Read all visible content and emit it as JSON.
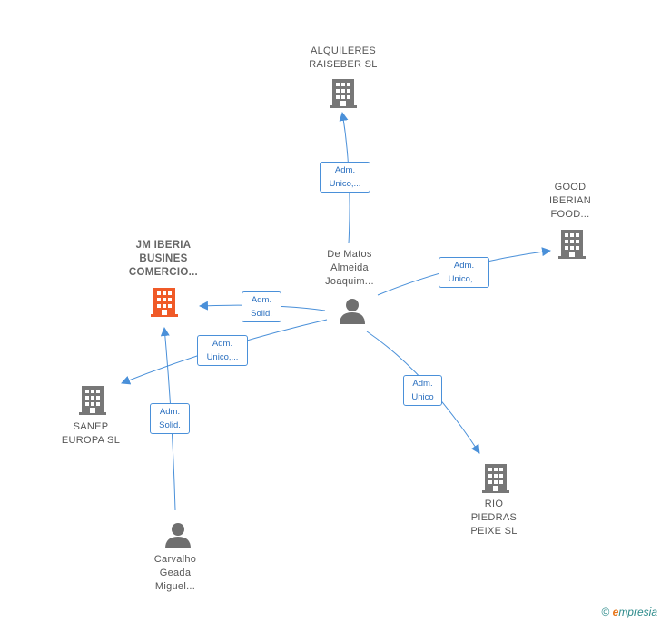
{
  "colors": {
    "edge": "#4a90d9",
    "company": "#777777",
    "company_main": "#f05a28",
    "person": "#6f6f6f"
  },
  "nodes": {
    "alquileres": {
      "lines": [
        "ALQUILERES",
        "RAISEBER  SL"
      ],
      "icon": "building-icon"
    },
    "good_iberian": {
      "lines": [
        "GOOD",
        "IBERIAN",
        "FOOD..."
      ],
      "icon": "building-icon"
    },
    "jm_iberia": {
      "lines": [
        "JM IBERIA",
        "BUSINES",
        "COMERCIO..."
      ],
      "icon": "building-icon"
    },
    "de_matos": {
      "lines": [
        "De Matos",
        "Almeida",
        "Joaquim..."
      ],
      "icon": "person-icon"
    },
    "sanep": {
      "lines": [
        "SANEP",
        "EUROPA  SL"
      ],
      "icon": "building-icon"
    },
    "rio_piedras": {
      "lines": [
        "RIO",
        "PIEDRAS",
        "PEIXE  SL"
      ],
      "icon": "building-icon"
    },
    "carvalho": {
      "lines": [
        "Carvalho",
        "Geada",
        "Miguel..."
      ],
      "icon": "person-icon"
    }
  },
  "edges": {
    "to_alquileres": {
      "lines": [
        "Adm.",
        "Unico,..."
      ]
    },
    "to_good_iberian": {
      "lines": [
        "Adm.",
        "Unico,..."
      ]
    },
    "to_jm_iberia": {
      "lines": [
        "Adm.",
        "Solid."
      ]
    },
    "to_sanep": {
      "lines": [
        "Adm.",
        "Unico,..."
      ]
    },
    "to_rio_piedras": {
      "lines": [
        "Adm.",
        "Unico"
      ]
    },
    "carvalho_to_jm": {
      "lines": [
        "Adm.",
        "Solid."
      ]
    }
  },
  "footer": {
    "copyright": "©",
    "brand_first": "e",
    "brand_rest": "mpresia"
  }
}
